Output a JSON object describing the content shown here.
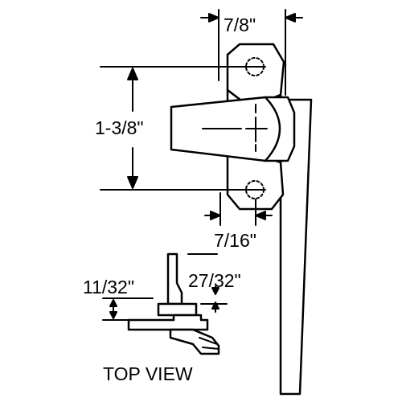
{
  "dimensions": {
    "width_label": "7/8\"",
    "height_label": "1-3/8\"",
    "offset_label": "7/16\"",
    "top_view_height_label": "27/32\"",
    "top_view_depth_label": "11/32\""
  },
  "caption": "TOP VIEW",
  "colors": {
    "line": "#000000",
    "background": "#ffffff"
  }
}
